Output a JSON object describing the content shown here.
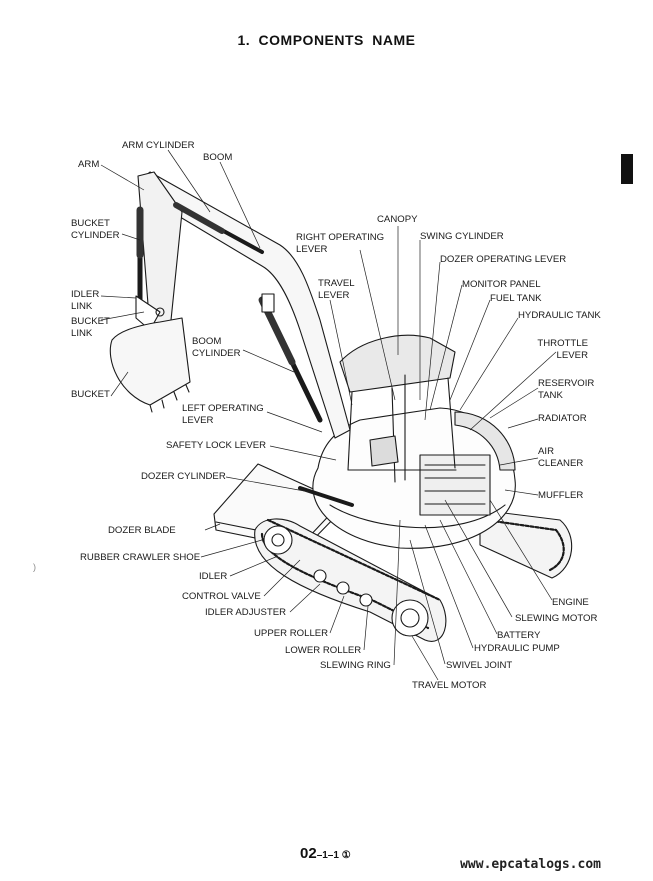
{
  "title": "1.  COMPONENTS  NAME",
  "labels": {
    "arm_cylinder": "ARM CYLINDER",
    "arm": "ARM",
    "boom": "BOOM",
    "bucket_cylinder": "BUCKET\nCYLINDER",
    "idler_link": "IDLER\nLINK",
    "bucket_link": "BUCKET\nLINK",
    "bucket": "BUCKET",
    "boom_cylinder": "BOOM\nCYLINDER",
    "left_operating_lever": "LEFT OPERATING\nLEVER",
    "safety_lock_lever": "SAFETY LOCK LEVER",
    "dozer_cylinder": "DOZER CYLINDER",
    "dozer_blade": "DOZER BLADE",
    "rubber_crawler_shoe": "RUBBER CRAWLER SHOE",
    "idler": "IDLER",
    "control_valve": "CONTROL VALVE",
    "idler_adjuster": "IDLER ADJUSTER",
    "upper_roller": "UPPER ROLLER",
    "lower_roller": "LOWER ROLLER",
    "slewing_ring": "SLEWING RING",
    "travel_motor": "TRAVEL MOTOR",
    "swivel_joint": "SWIVEL JOINT",
    "hydraulic_pump": "HYDRAULIC PUMP",
    "battery": "BATTERY",
    "slewing_motor": "SLEWING MOTOR",
    "engine": "ENGINE",
    "muffler": "MUFFLER",
    "air_cleaner": "AIR\nCLEANER",
    "radiator": "RADIATOR",
    "reservoir_tank": "RESERVOIR\nTANK",
    "throttle_lever": "THROTTLE\nLEVER",
    "hydraulic_tank": "HYDRAULIC TANK",
    "fuel_tank": "FUEL TANK",
    "monitor_panel": "MONITOR PANEL",
    "dozer_operating_lever": "DOZER OPERATING LEVER",
    "swing_cylinder": "SWING CYLINDER",
    "canopy": "CANOPY",
    "right_operating_lever": "RIGHT OPERATING\nLEVER",
    "travel_lever": "TRAVEL\nLEVER"
  },
  "footer": {
    "page_code": "02",
    "page_sub": "–1–1 ①",
    "watermark": "www.epcatalogs.com"
  }
}
